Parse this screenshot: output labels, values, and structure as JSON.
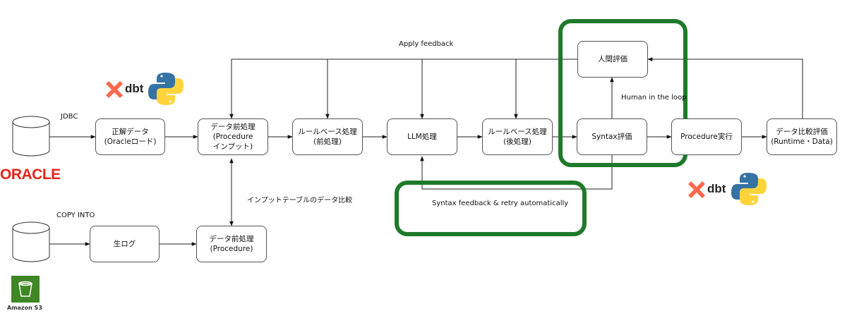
{
  "nodes": {
    "seikai": [
      "正解データ",
      "(Oracleロード)"
    ],
    "pre_proc_input": [
      "データ前処理",
      "(Procedure",
      "インプット)"
    ],
    "rule_pre": [
      "ルールベース処理",
      "(前処理)"
    ],
    "llm": [
      "LLM処理"
    ],
    "rule_post": [
      "ルールベース処理",
      "(後処理)"
    ],
    "syntax": [
      "Syntax評価"
    ],
    "human": [
      "人間評価"
    ],
    "proc_exec": [
      "Procedure実行"
    ],
    "data_compare": [
      "データ比較評価",
      "(Runtime・Data)"
    ],
    "raw_log": [
      "生ログ"
    ],
    "pre_proc": [
      "データ前処理",
      "(Procedure)"
    ]
  },
  "labels": {
    "jdbc": "JDBC",
    "copy_into": "COPY INTO",
    "apply_feedback": "Apply feedback",
    "human_loop": "Human in the loop",
    "input_compare": "インプットテーブルのデータ比較",
    "syntax_feedback": "Syntax feedback & retry automatically"
  },
  "logos": {
    "oracle": "ORACLE",
    "dbt": "dbt",
    "amazon_s3": "Amazon S3"
  },
  "colors": {
    "highlight": "#1e7a2a",
    "oracle": "#e3241b",
    "dbt": "#ff694b",
    "python_blue": "#3673a5",
    "python_yellow": "#ffd43b",
    "s3_green": "#3f8624"
  }
}
